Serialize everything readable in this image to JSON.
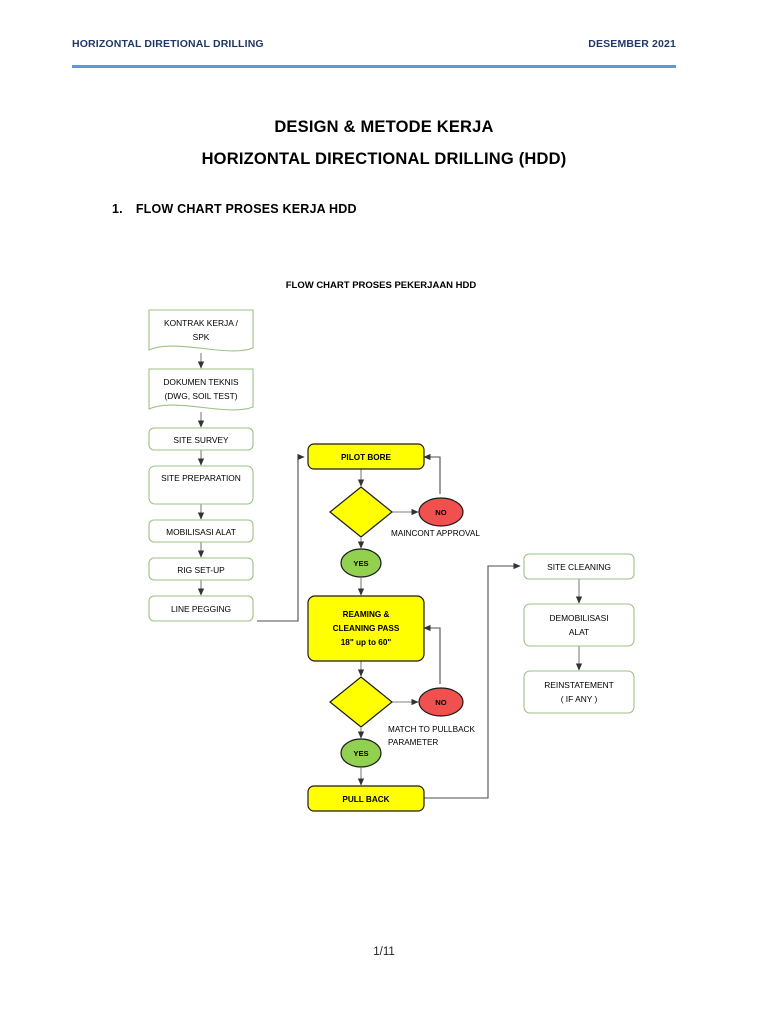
{
  "header": {
    "left_text": "HORIZONTAL DIRETIONAL DRILLING",
    "right_text": "DESEMBER 2021",
    "rule_color": "#5b9bd5",
    "text_color": "#1f3864"
  },
  "titles": {
    "line1": "DESIGN & METODE KERJA",
    "line2": "HORIZONTAL DIRECTIONAL DRILLING (HDD)"
  },
  "section": {
    "number": "1.",
    "heading": "FLOW CHART PROSES KERJA HDD"
  },
  "chart_data": {
    "type": "diagram",
    "title": "FLOW CHART PROSES PEKERJAAN HDD",
    "colors": {
      "process_border": "#9cc185",
      "process_fill": "#ffffff",
      "active_fill": "#ffff00",
      "no_fill": "#f0514f",
      "yes_fill": "#92d050",
      "connector": "#808080"
    },
    "nodes": [
      {
        "id": "kontrak",
        "label": [
          "KONTRAK KERJA /",
          "SPK"
        ],
        "shape": "document",
        "style": "process"
      },
      {
        "id": "dokumen",
        "label": [
          "DOKUMEN TEKNIS",
          "(DWG, SOIL TEST)"
        ],
        "shape": "document",
        "style": "process"
      },
      {
        "id": "survey",
        "label": [
          "SITE SURVEY"
        ],
        "shape": "rounded",
        "style": "process"
      },
      {
        "id": "preparation",
        "label": [
          "SITE PREPARATION"
        ],
        "shape": "rounded",
        "style": "process"
      },
      {
        "id": "mobilisasi",
        "label": [
          "MOBILISASI ALAT"
        ],
        "shape": "rounded",
        "style": "process"
      },
      {
        "id": "rigsetup",
        "label": [
          "RIG SET-UP"
        ],
        "shape": "rounded",
        "style": "process"
      },
      {
        "id": "pegging",
        "label": [
          "LINE PEGGING"
        ],
        "shape": "rounded",
        "style": "process"
      },
      {
        "id": "pilotbore",
        "label": [
          "PILOT BORE"
        ],
        "shape": "rounded",
        "style": "active"
      },
      {
        "id": "decision1",
        "label": [],
        "shape": "diamond",
        "style": "active"
      },
      {
        "id": "no1",
        "label": [
          "NO"
        ],
        "shape": "ellipse",
        "style": "no"
      },
      {
        "id": "yes1",
        "label": [
          "YES"
        ],
        "shape": "ellipse",
        "style": "yes"
      },
      {
        "id": "reaming",
        "label": [
          "REAMING &",
          "CLEANING PASS",
          "18\" up to 60\""
        ],
        "shape": "rounded",
        "style": "active"
      },
      {
        "id": "decision2",
        "label": [],
        "shape": "diamond",
        "style": "active"
      },
      {
        "id": "no2",
        "label": [
          "NO"
        ],
        "shape": "ellipse",
        "style": "no"
      },
      {
        "id": "yes2",
        "label": [
          "YES"
        ],
        "shape": "ellipse",
        "style": "yes"
      },
      {
        "id": "pullback",
        "label": [
          "PULL BACK"
        ],
        "shape": "rounded",
        "style": "active"
      },
      {
        "id": "cleaning",
        "label": [
          "SITE CLEANING"
        ],
        "shape": "rounded",
        "style": "process"
      },
      {
        "id": "demob",
        "label": [
          "DEMOBILISASI",
          "ALAT"
        ],
        "shape": "rounded",
        "style": "process"
      },
      {
        "id": "reinstate",
        "label": [
          "REINSTATEMENT",
          "( IF ANY )"
        ],
        "shape": "rounded",
        "style": "process"
      }
    ],
    "annotations": [
      {
        "id": "annot1",
        "label": [
          "MAINCONT APPROVAL"
        ]
      },
      {
        "id": "annot2",
        "label": [
          "MATCH TO PULLBACK",
          "PARAMETER"
        ]
      }
    ],
    "edges": [
      {
        "from": "kontrak",
        "to": "dokumen"
      },
      {
        "from": "dokumen",
        "to": "survey"
      },
      {
        "from": "survey",
        "to": "preparation"
      },
      {
        "from": "preparation",
        "to": "mobilisasi"
      },
      {
        "from": "mobilisasi",
        "to": "rigsetup"
      },
      {
        "from": "rigsetup",
        "to": "pegging"
      },
      {
        "from": "pegging",
        "to": "pilotbore"
      },
      {
        "from": "pilotbore",
        "to": "decision1"
      },
      {
        "from": "decision1",
        "to": "no1"
      },
      {
        "from": "decision1",
        "to": "yes1"
      },
      {
        "from": "no1",
        "to": "pilotbore"
      },
      {
        "from": "yes1",
        "to": "reaming"
      },
      {
        "from": "reaming",
        "to": "decision2"
      },
      {
        "from": "decision2",
        "to": "no2"
      },
      {
        "from": "decision2",
        "to": "yes2"
      },
      {
        "from": "no2",
        "to": "reaming"
      },
      {
        "from": "yes2",
        "to": "pullback"
      },
      {
        "from": "pullback",
        "to": "cleaning"
      },
      {
        "from": "cleaning",
        "to": "demob"
      },
      {
        "from": "demob",
        "to": "reinstate"
      }
    ]
  },
  "footer": {
    "page_number": "1/11"
  }
}
